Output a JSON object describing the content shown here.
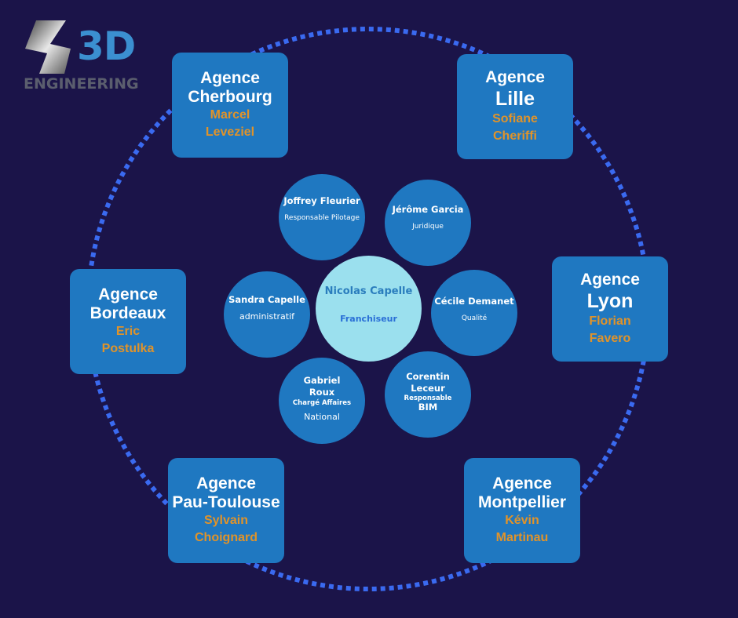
{
  "logo": {
    "mark": "3D",
    "subtitle": "ENGINEERING",
    "icon": "s-logo-icon"
  },
  "colors": {
    "background": "#1b1449",
    "agency_box": "#1f78c1",
    "person_name": "#e0932a",
    "ring": "#3a6af0",
    "bubble": "#1f78c1",
    "center_bubble": "#9be0ee"
  },
  "agencies": [
    {
      "id": "cherbourg",
      "label": "Agence",
      "city": "Cherbourg",
      "person_first": "Marcel",
      "person_last": "Leveziel"
    },
    {
      "id": "lille",
      "label": "Agence",
      "city": "Lille",
      "person_first": "Sofiane",
      "person_last": "Cheriffi"
    },
    {
      "id": "bordeaux",
      "label": "Agence",
      "city": "Bordeaux",
      "person_first": "Eric",
      "person_last": "Postulka"
    },
    {
      "id": "lyon",
      "label": "Agence",
      "city": "Lyon",
      "person_first": "Florian",
      "person_last": "Favero"
    },
    {
      "id": "pau-toulouse",
      "label": "Agence",
      "city": "Pau-Toulouse",
      "person_first": "Sylvain",
      "person_last": "Choignard"
    },
    {
      "id": "montpellier",
      "label": "Agence",
      "city": "Montpellier",
      "person_first": "Kévin",
      "person_last": "Martinau"
    }
  ],
  "center": {
    "name": "Nicolas Capelle",
    "role": "Franchiseur"
  },
  "team": [
    {
      "id": "joffrey",
      "name": "Joffrey Fleurier",
      "role": "Responsable Pilotage"
    },
    {
      "id": "jerome",
      "name": "Jérôme Garcia",
      "role": "Juridique"
    },
    {
      "id": "sandra",
      "name": "Sandra Capelle",
      "role": "administratif"
    },
    {
      "id": "cecile",
      "name": "Cécile Demanet",
      "role": "Qualité"
    },
    {
      "id": "gabriel",
      "name_line1": "Gabriel",
      "name_line2": "Roux",
      "role_line1": "Chargé Affaires",
      "role_line2": "National"
    },
    {
      "id": "corentin",
      "name_line1": "Corentin",
      "name_line2": "Leceur",
      "role_line1": "Responsable",
      "role_line2": "BIM"
    }
  ]
}
